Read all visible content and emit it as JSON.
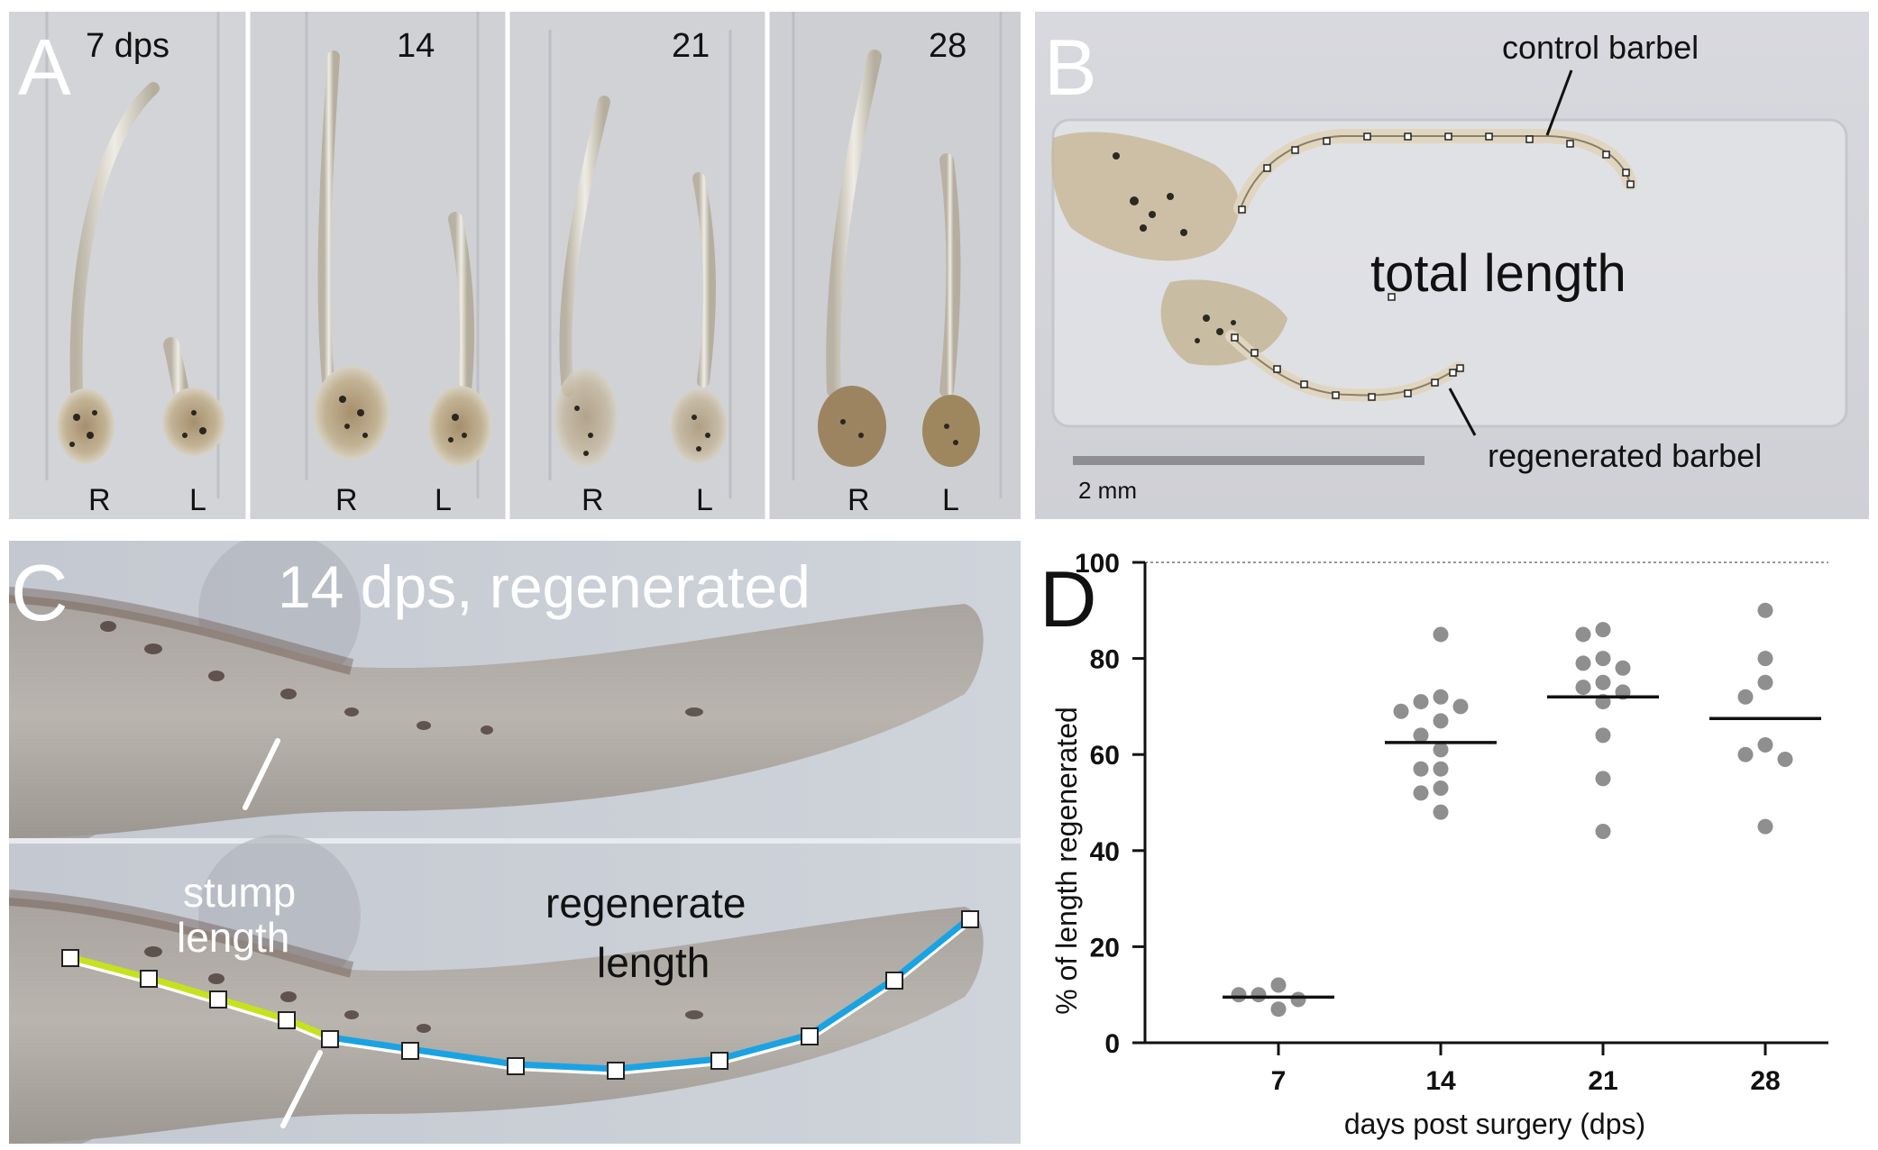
{
  "panel_a": {
    "letter": "A",
    "day_labels": [
      "7 dps",
      "14",
      "21",
      "28"
    ],
    "side_right": "R",
    "side_left": "L"
  },
  "panel_b": {
    "letter": "B",
    "control_label": "control barbel",
    "total_label": "total length",
    "regenerated_label": "regenerated barbel",
    "scale_label": "2 mm"
  },
  "panel_c": {
    "letter": "C",
    "title": "14 dps, regenerated",
    "stump_label_1": "stump",
    "stump_label_2": "length",
    "regen_label_1": "regenerate",
    "regen_label_2": "length",
    "stump_color": "#c6e21f",
    "regen_color": "#1aa3e3"
  },
  "panel_d": {
    "letter": "D",
    "chart_data": {
      "type": "scatter",
      "xlabel": "days post surgery (dps)",
      "ylabel": "% of length regenerated",
      "categories": [
        "7",
        "14",
        "21",
        "28"
      ],
      "ylim": [
        0,
        100
      ],
      "yticks": [
        0,
        20,
        40,
        60,
        80,
        100
      ],
      "reference_line": 100,
      "point_color": "#8f8f8f",
      "points": [
        {
          "cat": "7",
          "values": [
            12,
            10,
            9,
            7,
            10
          ]
        },
        {
          "cat": "14",
          "values": [
            85,
            72,
            71,
            70,
            69,
            67,
            64,
            61,
            57,
            57,
            53,
            52,
            48
          ]
        },
        {
          "cat": "21",
          "values": [
            86,
            85,
            80,
            79,
            78,
            75,
            74,
            73,
            71,
            64,
            55,
            44
          ]
        },
        {
          "cat": "28",
          "values": [
            90,
            80,
            75,
            72,
            62,
            60,
            59,
            45
          ]
        }
      ],
      "means": [
        {
          "cat": "7",
          "value": 9.5
        },
        {
          "cat": "14",
          "value": 62.5
        },
        {
          "cat": "21",
          "value": 72
        },
        {
          "cat": "28",
          "value": 67.5
        }
      ]
    }
  }
}
